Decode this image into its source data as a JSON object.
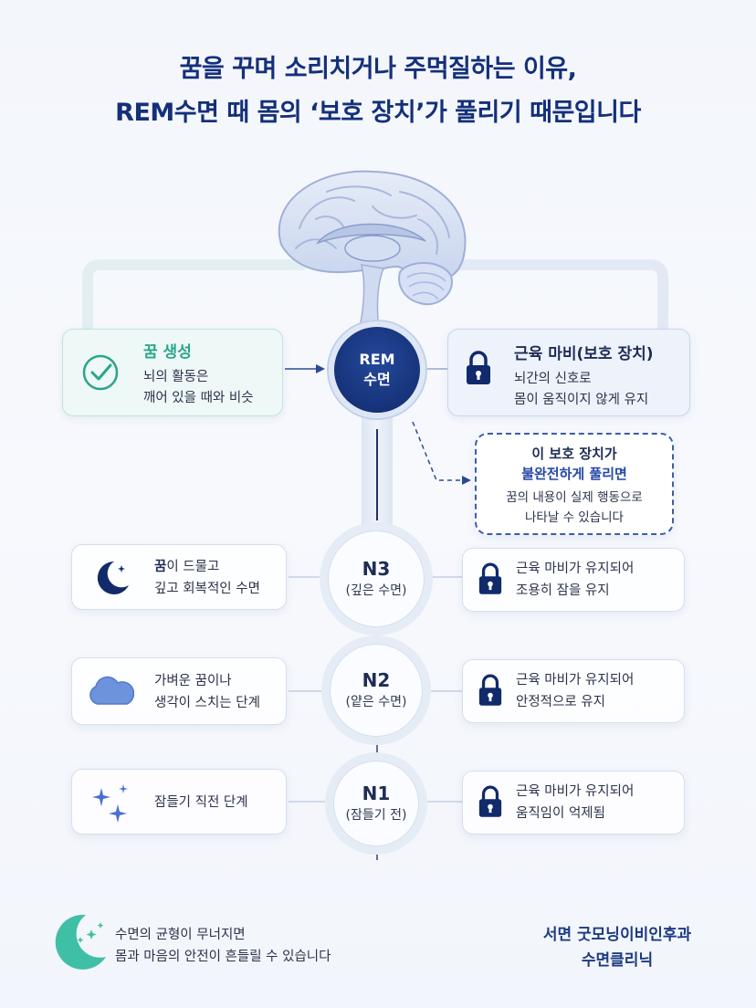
{
  "title": {
    "line1": "꿈을 꾸며 소리치거나 주먹질하는 이유,",
    "line2": "REM수면 때 몸의 ‘보호 장치’가 풀리기 때문입니다"
  },
  "dream_card": {
    "title": "꿈 생성",
    "line1": "뇌의 활동은",
    "line2": "깨어 있을 때와 비슷",
    "icon": "check-circle-icon"
  },
  "rem_node": {
    "line1": "REM",
    "line2": "수면"
  },
  "paralysis_card": {
    "title": "근육 마비(보호 장치)",
    "line1": "뇌간의 신호로",
    "line2": "몸이 움직이지 않게 유지",
    "icon": "lock-icon"
  },
  "warning_card": {
    "title1": "이 보호 장치가",
    "title2": "불완전하게 풀리면",
    "line1": "꿈의 내용이 실제 행동으로",
    "line2": "나타날 수 있습니다"
  },
  "stages": [
    {
      "name": "N3",
      "sub": "(깊은 수면)",
      "left_bold": "꿈",
      "left_line1_rest": "이 드물고",
      "left_line2": "깊고 회복적인 수면",
      "left_icon": "moon-star-icon",
      "right_line1": "근육 마비가 유지되어",
      "right_line2": "조용히 잠을 유지"
    },
    {
      "name": "N2",
      "sub": "(얕은 수면)",
      "left_line1": "가벼운 꿈이나",
      "left_line2": "생각이 스치는 단계",
      "left_icon": "cloud-icon",
      "right_line1": "근육 마비가 유지되어",
      "right_line2": "안정적으로 유지"
    },
    {
      "name": "N1",
      "sub": "(잠들기 전)",
      "left_line1": "잠들기 직전 단계",
      "left_icon": "sparkle-icon",
      "right_line1": "근육 마비가 유지되어",
      "right_line2": "움직임이 억제됨"
    }
  ],
  "footer": {
    "line1": "수면의 균형이 무너지면",
    "line2": "몸과 마음의 안전이 흔들릴 수 있습니다",
    "brand_line1": "서면 굿모닝이비인후과",
    "brand_line2": "수면클리닉",
    "icon": "crescent-moon-icon"
  },
  "colors": {
    "title": "#14307a",
    "accent_green": "#2aa58a",
    "navy": "#102a6c",
    "accent_blue": "#2447a8"
  }
}
